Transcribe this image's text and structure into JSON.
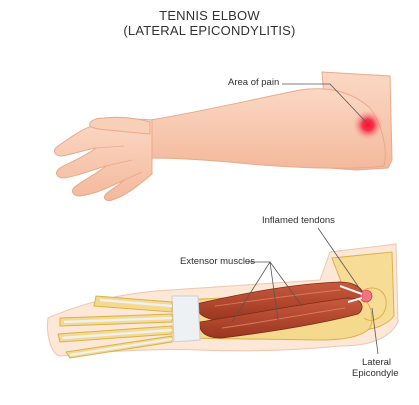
{
  "title": {
    "line1": "TENNIS ELBOW",
    "line2": "(LATERAL EPICONDYLITIS)"
  },
  "labels": {
    "area_of_pain": "Area of pain",
    "inflamed_tendons": "Inflamed tendons",
    "extensor_muscles": "Extensor muscles",
    "lateral_epicondyle_line1": "Lateral",
    "lateral_epicondyle_line2": "Epicondyle"
  },
  "colors": {
    "skin": "#f7c9b1",
    "skin_outline": "#e9a98a",
    "pain": "#e8002a",
    "bone": "#f5d98c",
    "bone_outline": "#d9b24e",
    "muscle": "#b8452c",
    "muscle_dark": "#8f2f1c",
    "tendon": "#eef1f3",
    "label_text": "#2f2f2f"
  }
}
